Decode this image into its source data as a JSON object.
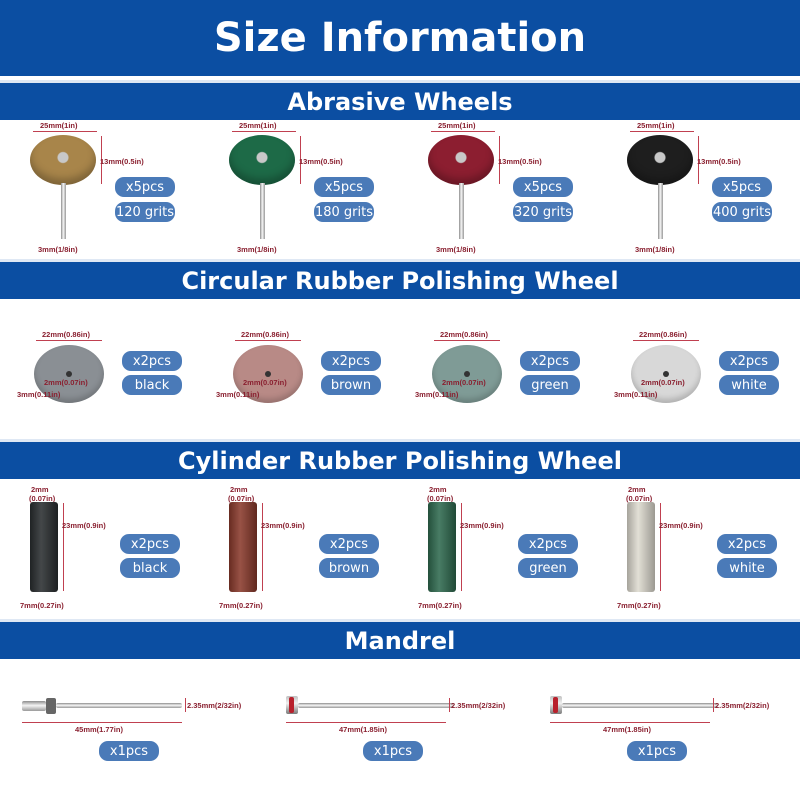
{
  "title": "Size Information",
  "sections": {
    "abrasive": {
      "heading": "Abrasive Wheels",
      "items": [
        {
          "diameter": "25mm(1in)",
          "height": "13mm(0.5in)",
          "shaft": "3mm(1/8in)",
          "qty": "x5pcs",
          "spec": "120 grits",
          "color": "#a8854a"
        },
        {
          "diameter": "25mm(1in)",
          "height": "13mm(0.5in)",
          "shaft": "3mm(1/8in)",
          "qty": "x5pcs",
          "spec": "180 grits",
          "color": "#1d6a47"
        },
        {
          "diameter": "25mm(1in)",
          "height": "13mm(0.5in)",
          "shaft": "3mm(1/8in)",
          "qty": "x5pcs",
          "spec": "320 grits",
          "color": "#8c1e30"
        },
        {
          "diameter": "25mm(1in)",
          "height": "13mm(0.5in)",
          "shaft": "3mm(1/8in)",
          "qty": "x5pcs",
          "spec": "400 grits",
          "color": "#1e1e1e"
        }
      ]
    },
    "circular": {
      "heading": "Circular Rubber Polishing Wheel",
      "items": [
        {
          "diameter": "22mm(0.86in)",
          "hole": "2mm(0.07in)",
          "thickness": "3mm(0.11in)",
          "qty": "x2pcs",
          "spec": "black",
          "color": "#8a8f94"
        },
        {
          "diameter": "22mm(0.86in)",
          "hole": "2mm(0.07in)",
          "thickness": "3mm(0.11in)",
          "qty": "x2pcs",
          "spec": "brown",
          "color": "#b88a86"
        },
        {
          "diameter": "22mm(0.86in)",
          "hole": "2mm(0.07in)",
          "thickness": "3mm(0.11in)",
          "qty": "x2pcs",
          "spec": "green",
          "color": "#7f9b96"
        },
        {
          "diameter": "22mm(0.86in)",
          "hole": "2mm(0.07in)",
          "thickness": "3mm(0.11in)",
          "qty": "x2pcs",
          "spec": "white",
          "color": "#d8d8d8"
        }
      ]
    },
    "cylinder": {
      "heading": "Cylinder Rubber Polishing Wheel",
      "items": [
        {
          "hole": "2mm\n(0.07in)",
          "length": "23mm(0.9in)",
          "diameter": "7mm(0.27in)",
          "qty": "x2pcs",
          "spec": "black",
          "color": "#2a2e30"
        },
        {
          "hole": "2mm\n(0.07in)",
          "length": "23mm(0.9in)",
          "diameter": "7mm(0.27in)",
          "qty": "x2pcs",
          "spec": "brown",
          "color": "#8a3a2c"
        },
        {
          "hole": "2mm\n(0.07in)",
          "length": "23mm(0.9in)",
          "diameter": "7mm(0.27in)",
          "qty": "x2pcs",
          "spec": "green",
          "color": "#2f6a4f"
        },
        {
          "hole": "2mm\n(0.07in)",
          "length": "23mm(0.9in)",
          "diameter": "7mm(0.27in)",
          "qty": "x2pcs",
          "spec": "white",
          "color": "#dedbd0"
        }
      ]
    },
    "mandrel": {
      "heading": "Mandrel",
      "items": [
        {
          "length": "45mm(1.77in)",
          "shaft": "2.35mm(2/32in)",
          "qty": "x1pcs"
        },
        {
          "length": "47mm(1.85in)",
          "shaft": "2.35mm(2/32in)",
          "qty": "x1pcs"
        },
        {
          "length": "47mm(1.85in)",
          "shaft": "2.35mm(2/32in)",
          "qty": "x1pcs"
        }
      ]
    }
  }
}
